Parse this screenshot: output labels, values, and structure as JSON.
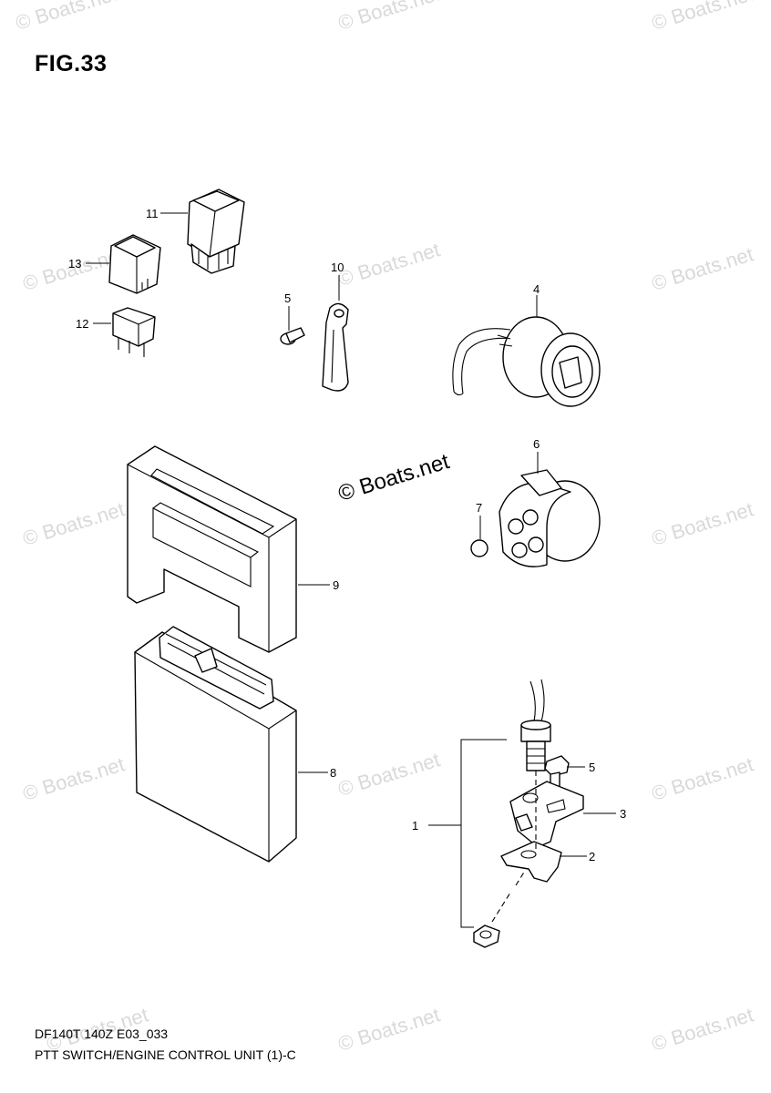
{
  "figure": {
    "title": "FIG.33",
    "model_code": "DF140T 140Z E03_033",
    "section_name": "PTT SWITCH/ENGINE CONTROL UNIT (1)-C"
  },
  "center_mark": "© Boats.net",
  "watermark": {
    "text": "© Boats.net",
    "color": "#d9d9d9"
  },
  "callouts": {
    "c1": "1",
    "c2": "2",
    "c3": "3",
    "c4": "4",
    "c5a": "5",
    "c5b": "5",
    "c6": "6",
    "c7": "7",
    "c8": "8",
    "c9": "9",
    "c10": "10",
    "c11": "11",
    "c12": "12",
    "c13": "13"
  },
  "parts": [
    "assembly",
    "plate",
    "bracket",
    "connector",
    "bolt",
    "connector",
    "cap",
    "ecm",
    "cover",
    "strap",
    "relay",
    "relay",
    "relay"
  ]
}
